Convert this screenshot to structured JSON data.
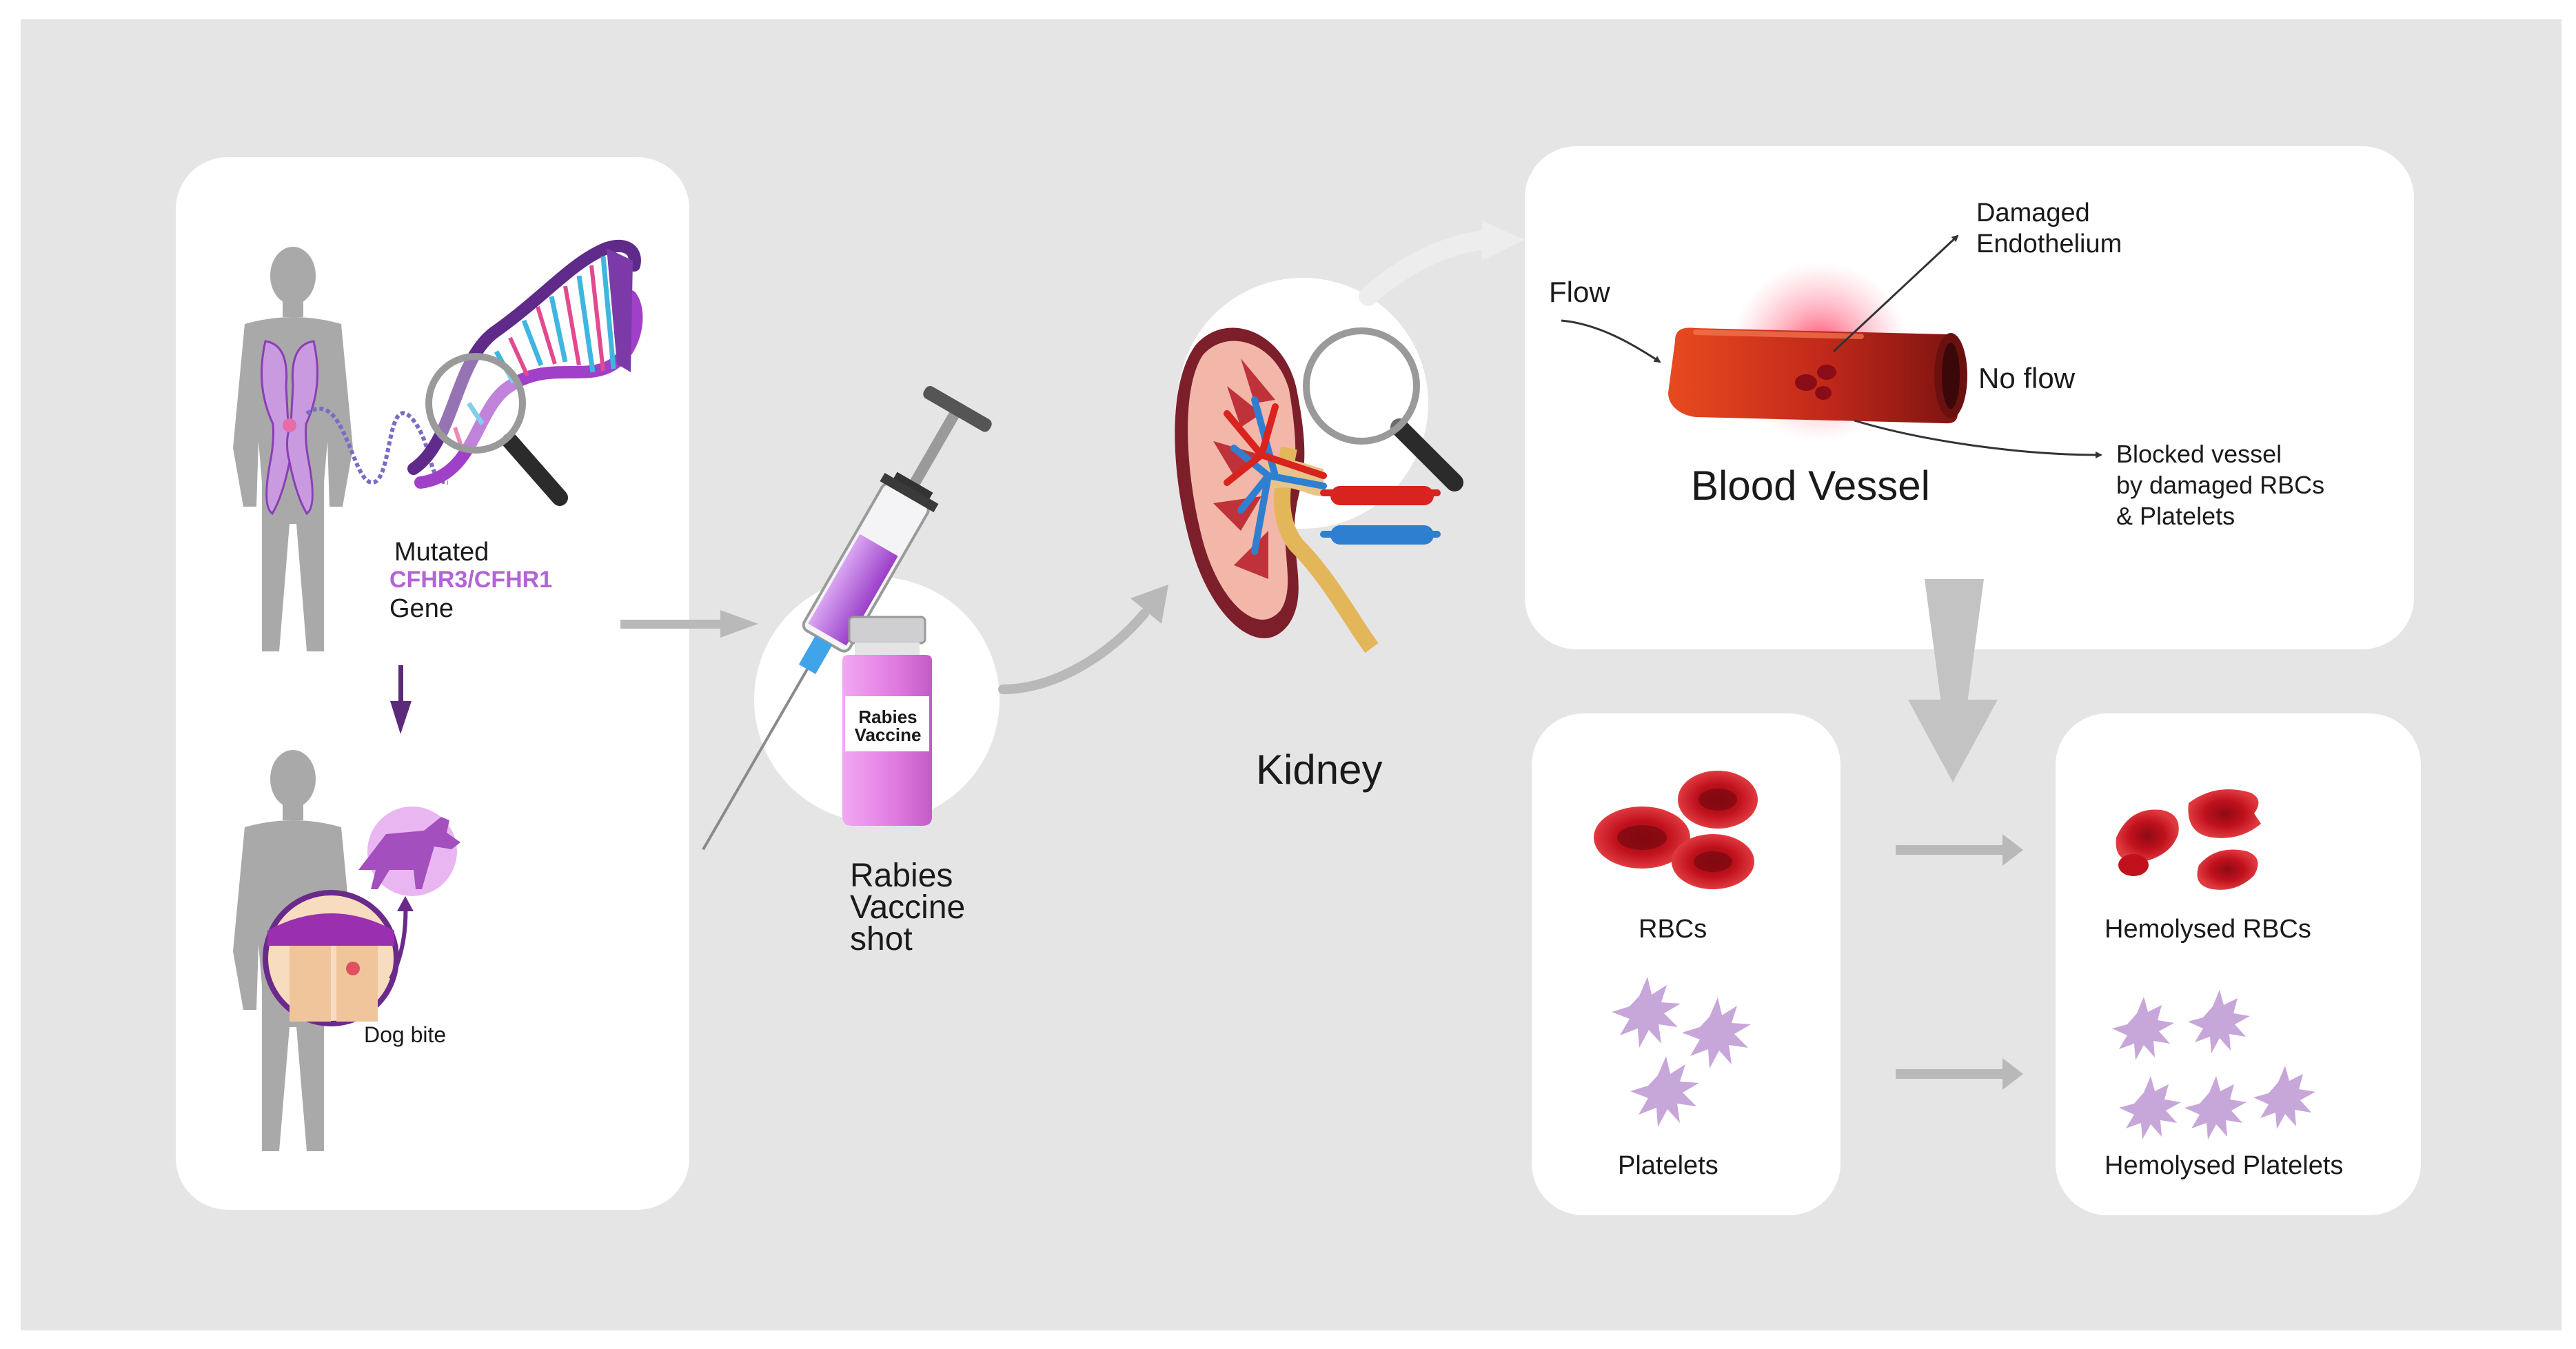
{
  "labels": {
    "mutated": "Mutated",
    "gene_name": "CFHR3/CFHR1",
    "gene": "Gene",
    "dog_bite": "Dog bite",
    "vaccine_line1": "Rabies",
    "vaccine_line2": "Vaccine",
    "vaccine_line3": "shot",
    "vial_line1": "Rabies",
    "vial_line2": "Vaccine",
    "kidney": "Kidney",
    "flow": "Flow",
    "no_flow": "No flow",
    "damaged_line1": "Damaged",
    "damaged_line2": "Endothelium",
    "blocked_line1": "Blocked vessel",
    "blocked_line2": "by damaged RBCs",
    "blocked_line3": "& Platelets",
    "blood_vessel": "Blood Vessel",
    "rbcs": "RBCs",
    "platelets": "Platelets",
    "hemolysed_rbcs": "Hemolysed RBCs",
    "hemolysed_platelets": "Hemolysed Platelets"
  },
  "colors": {
    "background": "#e6e5e6",
    "panel": "#ffffff",
    "accent_purple": "#b463d6",
    "arrow_gray": "#b9b9b9",
    "vessel_red": "#c62a1c",
    "rbc_red": "#c0111d",
    "platelet_lilac": "#c7a6d9",
    "human_gray": "#a9a9a9"
  },
  "icons": [
    "human-silhouette-icon",
    "chromosome-icon",
    "dna-helix-icon",
    "magnifier-icon",
    "dog-icon",
    "syringe-icon",
    "vaccine-vial-icon",
    "kidney-icon",
    "blood-vessel-icon",
    "rbc-icon",
    "platelet-icon"
  ]
}
